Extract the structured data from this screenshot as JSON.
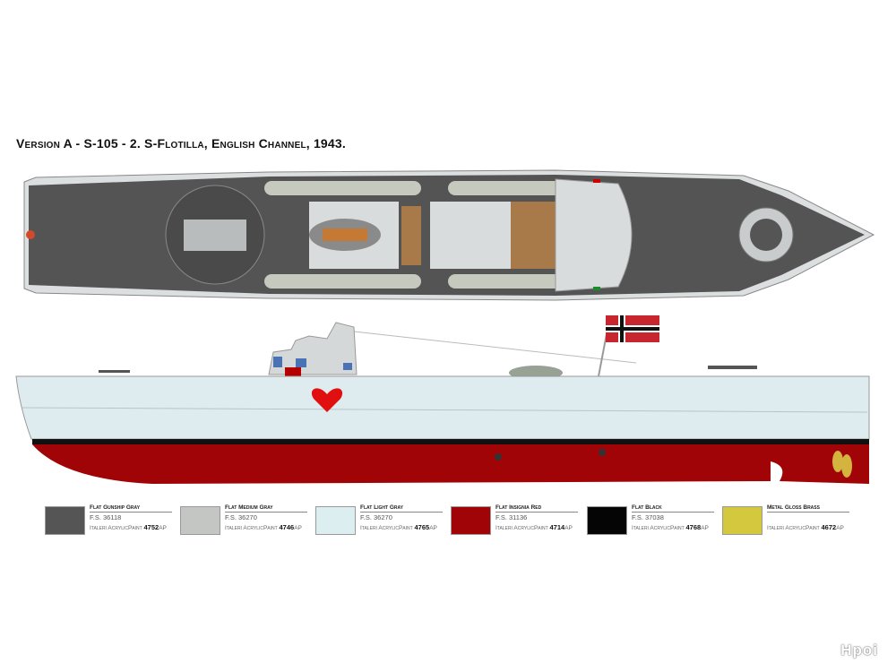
{
  "title": "Version A - S-105 - 2. S-Flotilla, English Channel, 1943.",
  "views": {
    "top": "plan-view",
    "side": "profile-view"
  },
  "colors": [
    {
      "name": "Flat Gunship Gray",
      "fs": "F.S. 36118",
      "brand": "Italeri AcrylicPaint",
      "code": "4752",
      "suffix": "AP",
      "hex": "#555555"
    },
    {
      "name": "Flat Medium Gray",
      "fs": "F.S. 36270",
      "brand": "Italeri AcrylicPaint",
      "code": "4746",
      "suffix": "AP",
      "hex": "#c3c6c3"
    },
    {
      "name": "Flat Light Gray",
      "fs": "F.S. 36270",
      "brand": "Italeri AcrylicPaint",
      "code": "4765",
      "suffix": "AP",
      "hex": "#ddeef0"
    },
    {
      "name": "Flat Insignia Red",
      "fs": "F.S. 31136",
      "brand": "Italeri AcrylicPaint",
      "code": "4714",
      "suffix": "AP",
      "hex": "#a00406"
    },
    {
      "name": "Flat Black",
      "fs": "F.S. 37038",
      "brand": "Italeri AcrylicPaint",
      "code": "4768",
      "suffix": "AP",
      "hex": "#050505"
    },
    {
      "name": "Metal Gloss Brass",
      "fs": "",
      "brand": "Italeri AcrylicPaint",
      "code": "4672",
      "suffix": "AP",
      "hex": "#d4c93e"
    }
  ],
  "watermark": "Hpoi"
}
